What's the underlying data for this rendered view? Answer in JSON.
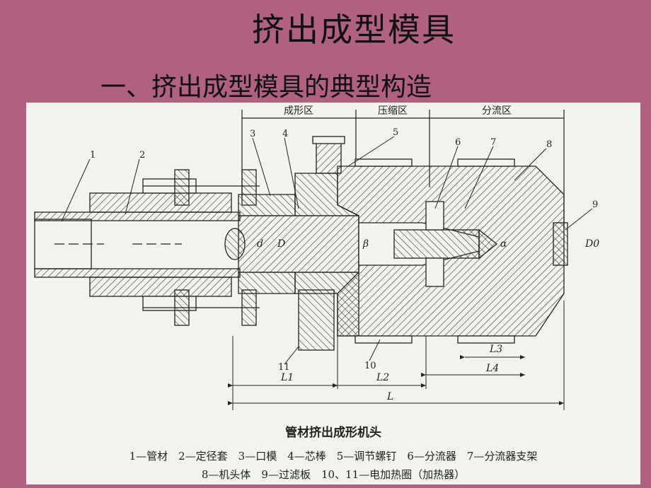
{
  "slide": {
    "title": "挤出成型模具",
    "subtitle": "一、挤出成型模具的典型构造"
  },
  "figure": {
    "zones": {
      "z1": "成形区",
      "z2": "压缩区",
      "z3": "分流区"
    },
    "part_numbers": [
      "1",
      "2",
      "3",
      "4",
      "5",
      "6",
      "7",
      "8",
      "9",
      "10",
      "11"
    ],
    "dim_labels": {
      "d": "d",
      "D": "D",
      "beta": "β",
      "alpha": "α",
      "D0": "D0",
      "L1": "L1",
      "L2": "L2",
      "L3": "L3",
      "L4": "L4",
      "L": "L"
    },
    "caption": {
      "title": "管材挤出成形机头",
      "legend_line1": "1—管材　2—定径套　3—口模　4—芯棒　5—调节螺钉　6—分流器　7—分流器支架",
      "legend_line2": "8—机头体　9—过滤板　10、11—电加热圈（加热器）"
    }
  },
  "colors": {
    "background": "#b06080",
    "paper": "#f4f2ec",
    "ink": "#222222"
  }
}
